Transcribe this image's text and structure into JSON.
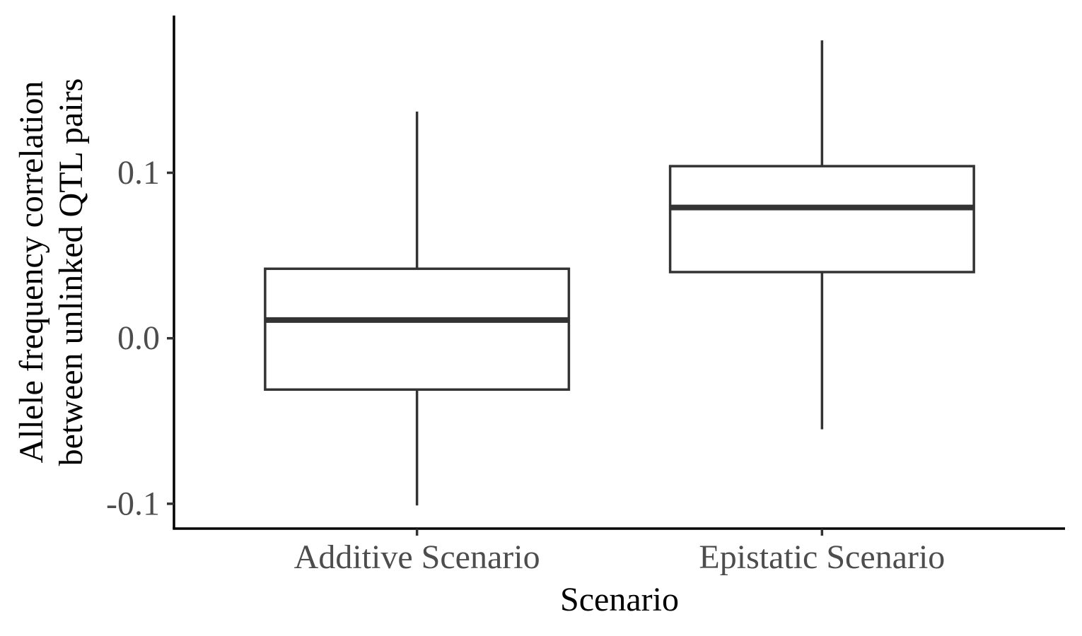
{
  "chart_data": {
    "type": "boxplot",
    "title": "",
    "xlabel": "Scenario",
    "ylabel_lines": [
      "Allele frequency correlation",
      "between unlinked QTL pairs"
    ],
    "ylim": [
      -0.115,
      0.195
    ],
    "yticks": [
      -0.1,
      0.0,
      0.1
    ],
    "ytick_labels": [
      "-0.1",
      "0.0",
      "0.1"
    ],
    "categories": [
      "Additive Scenario",
      "Epistatic Scenario"
    ],
    "boxes": [
      {
        "category": "Additive Scenario",
        "whisker_low": -0.101,
        "q1": -0.031,
        "median": 0.011,
        "q3": 0.042,
        "whisker_high": 0.137
      },
      {
        "category": "Epistatic Scenario",
        "whisker_low": -0.055,
        "q1": 0.04,
        "median": 0.079,
        "q3": 0.104,
        "whisker_high": 0.18
      }
    ],
    "grid": false,
    "legend": "none",
    "colors": {
      "box_stroke": "#333333",
      "box_fill": "#ffffff",
      "axis": "#000000",
      "tick_text": "#4d4d4d",
      "title_text": "#000000"
    }
  }
}
